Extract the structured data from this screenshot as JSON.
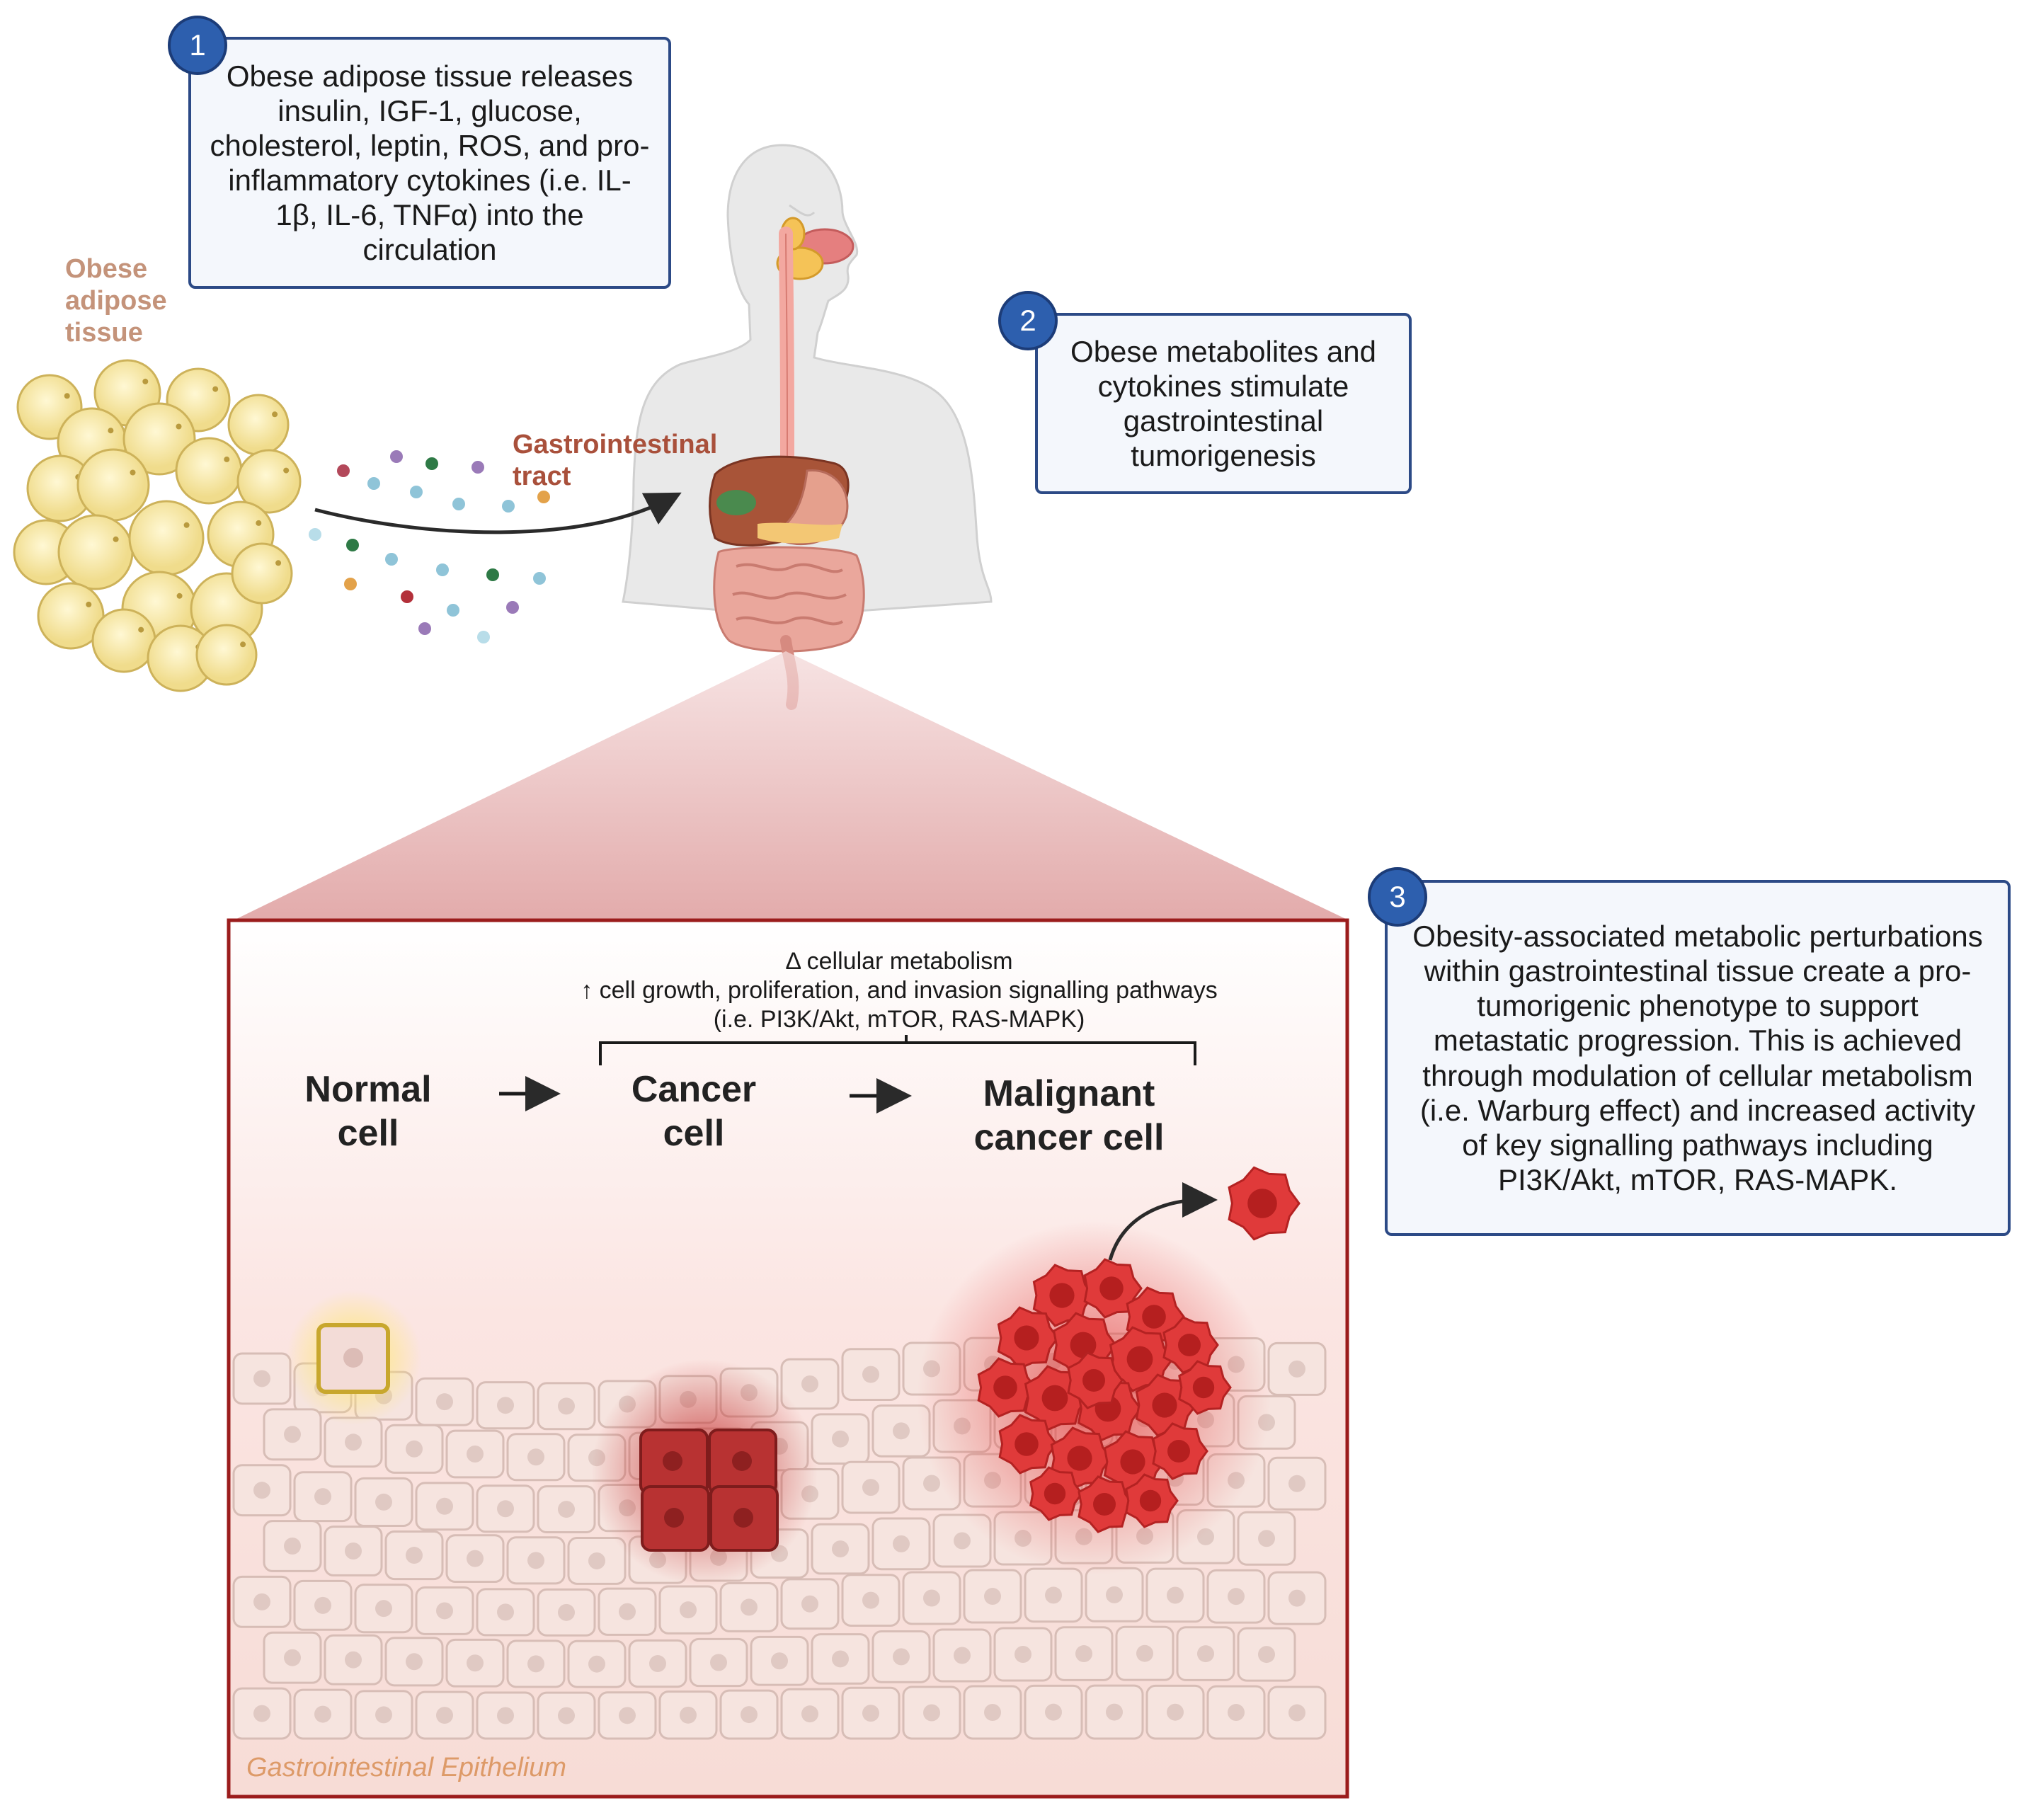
{
  "callouts": [
    {
      "number": "1",
      "text": "Obese adipose tissue releases insulin, IGF-1, glucose, cholesterol, leptin, ROS, and pro-inflammatory cytokines (i.e. IL-1β, IL-6, TNFα) into the circulation"
    },
    {
      "number": "2",
      "text": "Obese metabolites and cytokines stimulate gastrointestinal tumorigenesis"
    },
    {
      "number": "3",
      "text": "Obesity-associated metabolic perturbations within gastrointestinal tissue create a pro-tumorigenic phenotype to support metastatic progression. This is achieved through modulation of cellular metabolism (i.e. Warburg effect) and increased activity of key signalling pathways including PI3K/Akt, mTOR, RAS-MAPK."
    }
  ],
  "labels": {
    "adipose": [
      "Obese",
      "adipose",
      "tissue"
    ],
    "gi_tract": [
      "Gastrointestinal",
      "tract"
    ],
    "epithelium": "Gastrointestinal Epithelium"
  },
  "progression": {
    "header": [
      "Δ cellular metabolism",
      "↑ cell growth, proliferation, and  invasion signalling pathways",
      "(i.e. PI3K/Akt, mTOR, RAS-MAPK)"
    ],
    "stages": [
      {
        "lines": [
          "Normal",
          "cell"
        ]
      },
      {
        "lines": [
          "Cancer",
          "cell"
        ]
      },
      {
        "lines": [
          "Malignant",
          "cancer cell"
        ]
      }
    ],
    "arrow_glyph": "→"
  },
  "colors": {
    "callout_border": "#2c4a86",
    "badge_fill": "#2d5fae",
    "adipose_label": "#c4937a",
    "gi_label": "#a9503b",
    "panel_border": "#9b1c1c",
    "epithelium_label": "#dd9a68",
    "cancer_cell": "#b83232",
    "malignant_cell": "#e03a3a"
  }
}
